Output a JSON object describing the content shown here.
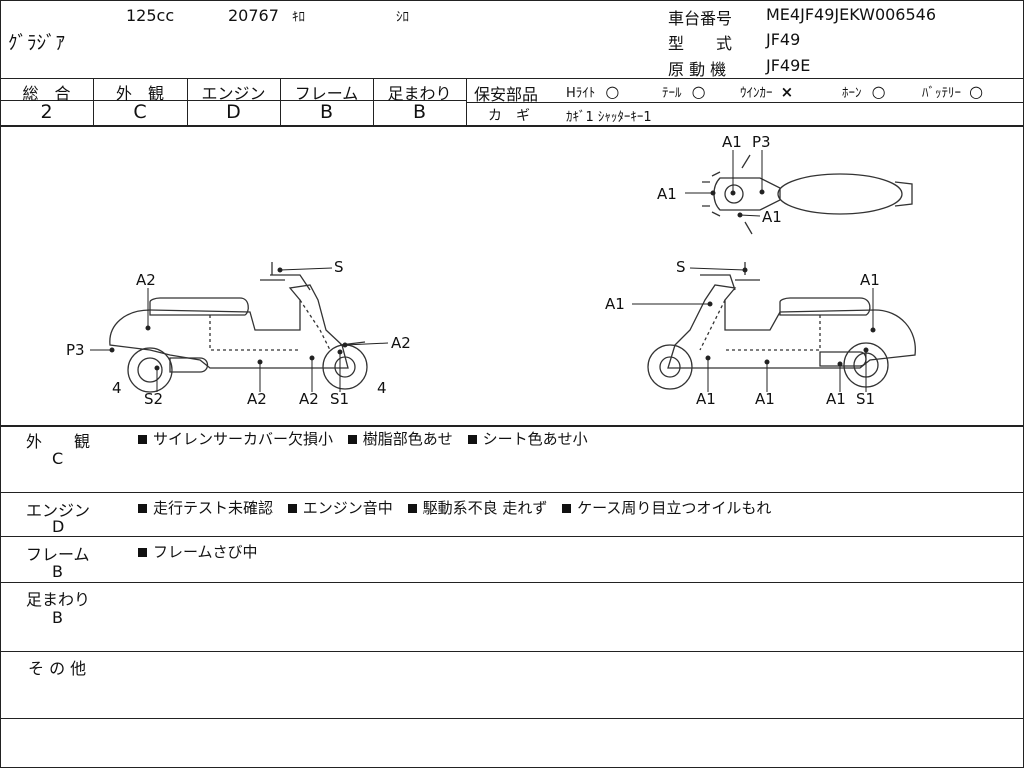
{
  "header": {
    "displacement": "125cc",
    "mileage": "20767",
    "mileage_unit": "ｷﾛ",
    "color": "ｼﾛ",
    "model_name": "ｸﾞﾗｼﾞｱ",
    "frame_label": "車台番号",
    "frame_number": "ME4JF49JEKW006546",
    "type_label": "型　　式",
    "type_value": "JF49",
    "engine_label": "原 動 機",
    "engine_value": "JF49E"
  },
  "grades": [
    {
      "label": "総　合",
      "value": "2"
    },
    {
      "label": "外　観",
      "value": "C"
    },
    {
      "label": "エンジン",
      "value": "D"
    },
    {
      "label": "フレーム",
      "value": "B"
    },
    {
      "label": "足まわり",
      "value": "B"
    }
  ],
  "safety": {
    "title": "保安部品",
    "items": [
      {
        "label": "Hﾗｲﾄ",
        "mark": "○"
      },
      {
        "label": "ﾃｰﾙ",
        "mark": "○"
      },
      {
        "label": "ｳｲﾝｶｰ",
        "mark": "×"
      },
      {
        "label": "ﾎｰﾝ",
        "mark": "○"
      },
      {
        "label": "ﾊﾞｯﾃﾘｰ",
        "mark": "○"
      }
    ],
    "key_label": "カ　ギ",
    "key_value": "ｶｷﾞ1 ｼｬｯﾀｰｷｰ1"
  },
  "diagram": {
    "left": {
      "labels": [
        "S",
        "A2",
        "A2",
        "P3",
        "4",
        "S2",
        "A2",
        "A2",
        "S1",
        "4"
      ]
    },
    "right": {
      "labels": [
        "S",
        "A1",
        "A1",
        "A1",
        "A1",
        "A1",
        "S1"
      ]
    },
    "top": {
      "labels": [
        "A1",
        "P3",
        "A1",
        "A1"
      ]
    }
  },
  "sections": [
    {
      "label": "外　　観",
      "grade": "C",
      "items": [
        "サイレンサーカバー欠損小",
        "樹脂部色あせ",
        "シート色あせ小"
      ]
    },
    {
      "label": "エンジン",
      "grade": "D",
      "items": [
        "走行テスト未確認",
        "エンジン音中",
        "駆動系不良 走れず",
        "ケース周り目立つオイルもれ"
      ]
    },
    {
      "label": "フレーム",
      "grade": "B",
      "items": [
        "フレームさび中"
      ]
    },
    {
      "label": "足まわり",
      "grade": "B",
      "items": []
    },
    {
      "label": "そ の 他",
      "grade": "",
      "items": []
    }
  ]
}
